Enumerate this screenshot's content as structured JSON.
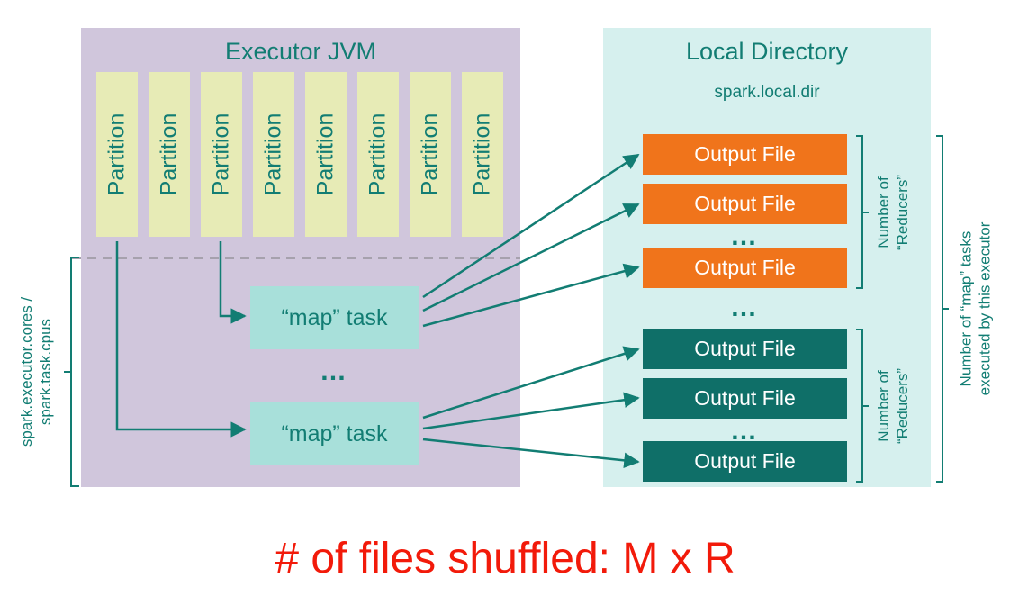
{
  "executor": {
    "title": "Executor JVM",
    "partitions": [
      "Partition",
      "Partition",
      "Partition",
      "Partition",
      "Partition",
      "Partition",
      "Partition",
      "Partition"
    ],
    "tasks": [
      "“map” task",
      "“map” task"
    ],
    "dots": "…",
    "cores_label_line1": "spark.executor.cores /",
    "cores_label_line2": "spark.task.cpus"
  },
  "local": {
    "title": "Local Directory",
    "subtitle": "spark.local.dir",
    "group1_files": [
      "Output File",
      "Output File",
      "Output File"
    ],
    "group2_files": [
      "Output File",
      "Output File",
      "Output File"
    ],
    "dots": "…",
    "reducers_label_line1": "Number of",
    "reducers_label_line2": "“Reducers”",
    "map_tasks_label_line1": "Number of “map” tasks",
    "map_tasks_label_line2": "executed by this executor"
  },
  "footer": "# of files shuffled: M x R",
  "colors": {
    "teal": "#127d73",
    "orange": "#f0741b",
    "dark_teal": "#0f6f68",
    "red": "#f21a0a"
  }
}
